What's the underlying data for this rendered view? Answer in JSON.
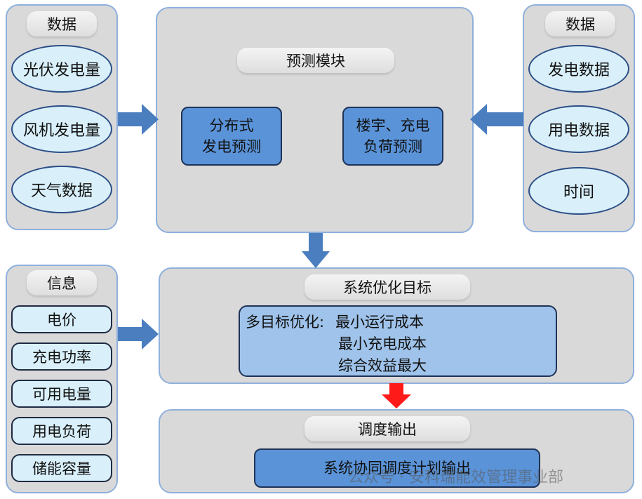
{
  "left_data": {
    "title": "数据",
    "items": [
      "光伏发电量",
      "风机发电量",
      "天气数据"
    ]
  },
  "right_data": {
    "title": "数据",
    "items": [
      "发电数据",
      "用电数据",
      "时间"
    ]
  },
  "forecast": {
    "title": "预测模块",
    "box1": [
      "分布式",
      "发电预测"
    ],
    "box2": [
      "楼宇、充电",
      "负荷预测"
    ]
  },
  "info": {
    "title": "信息",
    "items": [
      "电价",
      "充电功率",
      "可用电量",
      "用电负荷",
      "储能容量"
    ]
  },
  "optimization": {
    "title": "系统优化目标",
    "label": "多目标优化:",
    "goals": [
      "最小运行成本",
      "最小充电成本",
      "综合效益最大"
    ]
  },
  "dispatch": {
    "title": "调度输出",
    "box": "系统协同调度计划输出"
  },
  "watermark": "公众号 · 安科瑞能效管理事业部",
  "colors": {
    "panel": "#d9d9d9",
    "panel_border": "#8fb0dc",
    "arrow_blue": "#4a7ebf",
    "arrow_red": "#ff1a1a",
    "box_blue": "#5a93d8",
    "box_light": "#9fc3ea",
    "item_fill": "#d9f0fb"
  }
}
